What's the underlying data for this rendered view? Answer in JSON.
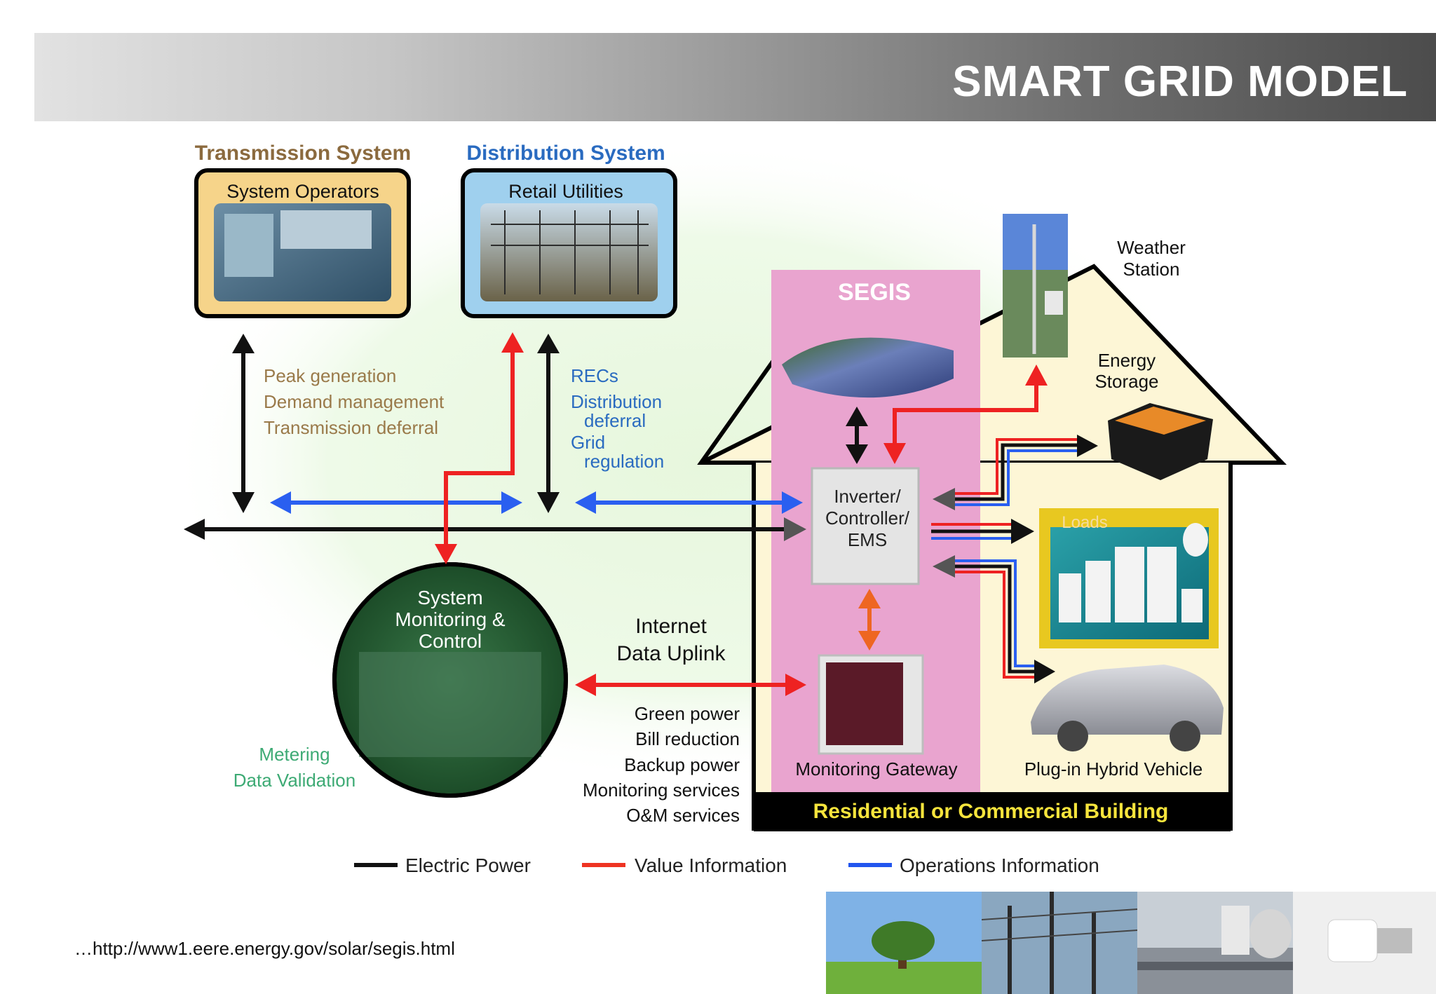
{
  "slide": {
    "title": "SMART GRID MODEL",
    "source": "…http://www1.eere.energy.gov/solar/segis.html"
  },
  "diagram": {
    "transmission": {
      "title": "Transmission System",
      "box": "System Operators"
    },
    "distribution": {
      "title": "Distribution System",
      "box": "Retail Utilities"
    },
    "transmission_benefits": [
      "Peak generation",
      "Demand management",
      "Transmission deferral"
    ],
    "distribution_benefits": [
      "RECs",
      "Distribution",
      "deferral",
      "Grid",
      "regulation"
    ],
    "segis": "SEGIS",
    "weather": [
      "Weather",
      "Station"
    ],
    "energy_storage": [
      "Energy",
      "Storage"
    ],
    "inverter": [
      "Inverter/",
      "Controller/",
      "EMS"
    ],
    "loads": "Loads",
    "monitoring": [
      "System",
      "Monitoring &",
      "Control"
    ],
    "metering": [
      "Metering",
      "Data Validation"
    ],
    "internet": [
      "Internet",
      "Data Uplink"
    ],
    "customer_benefits": [
      "Green power",
      "Bill reduction",
      "Backup power",
      "Monitoring services",
      "O&M services"
    ],
    "gateway": "Monitoring Gateway",
    "vehicle": "Plug-in Hybrid Vehicle",
    "building": "Residential or Commercial Building",
    "legend": [
      {
        "label": "Electric Power",
        "color": "#111111"
      },
      {
        "label": "Value Information",
        "color": "#ee3322"
      },
      {
        "label": "Operations Information",
        "color": "#2255ee"
      }
    ]
  },
  "colors": {
    "black_line": "#111111",
    "red_line": "#ee2222",
    "blue_line": "#2a5ff0",
    "transmission_text": "#8b6a3e",
    "distribution_text": "#2a6bc0",
    "monitor_green": "#2f8a3a",
    "metering_text": "#3daa74",
    "segis_band": "#e49ac8",
    "house_fill": "#fdf6d6",
    "building_bar": "#000000",
    "building_text": "#f6e43c",
    "loads_frame": "#e8c820"
  },
  "photos": [
    "tree-photo",
    "substation-photo",
    "pipeline-photo",
    "bulb-photo"
  ]
}
